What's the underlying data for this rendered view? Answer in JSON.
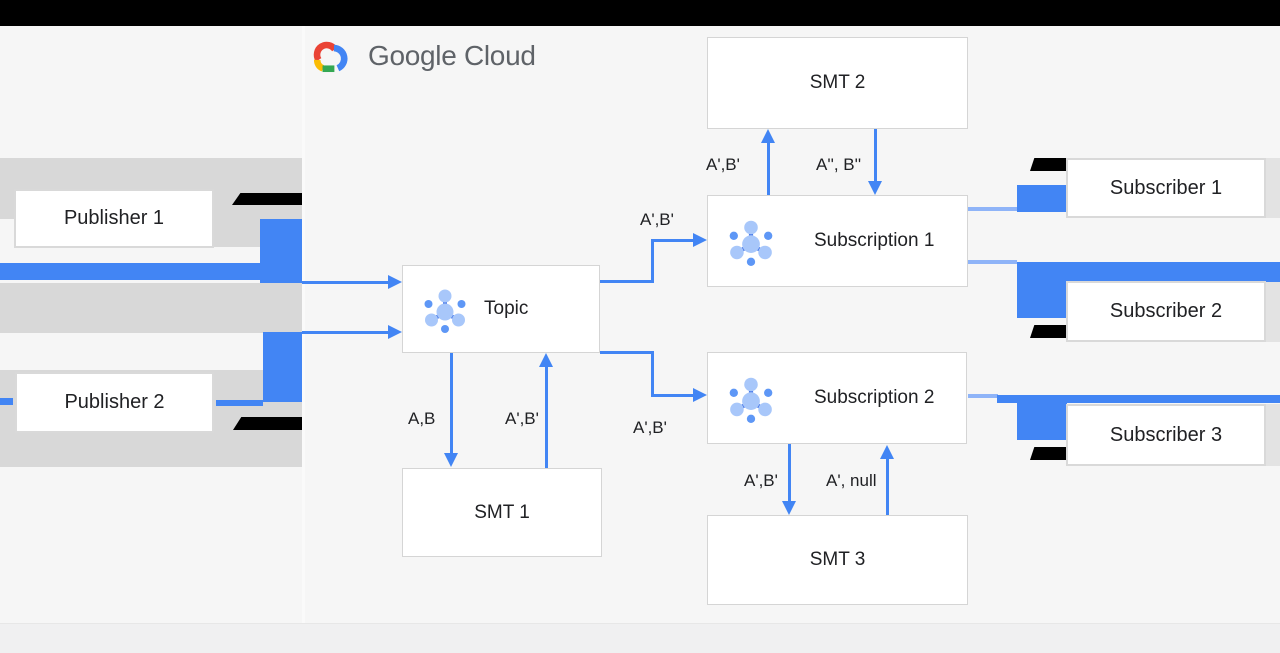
{
  "logo": {
    "text": "Google Cloud"
  },
  "nodes": {
    "publisher1": {
      "label": "Publisher 1"
    },
    "publisher2": {
      "label": "Publisher 2"
    },
    "topic": {
      "label": "Topic"
    },
    "smt1": {
      "label": "SMT 1"
    },
    "smt2": {
      "label": "SMT 2"
    },
    "smt3": {
      "label": "SMT 3"
    },
    "subscription1": {
      "label": "Subscription 1"
    },
    "subscription2": {
      "label": "Subscription 2"
    },
    "subscriber1": {
      "label": "Subscriber 1"
    },
    "subscriber2": {
      "label": "Subscriber 2"
    },
    "subscriber3": {
      "label": "Subscriber 3"
    }
  },
  "edge_labels": {
    "topic_to_smt1": "A,B",
    "smt1_to_topic": "A',B'",
    "topic_to_sub1": "A',B'",
    "topic_to_sub2": "A',B'",
    "sub1_to_smt2": "A',B'",
    "smt2_to_sub1": "A'', B''",
    "sub2_to_smt3": "A',B'",
    "smt3_to_sub2": "A', null"
  },
  "edges": [
    {
      "from": "Publisher 1",
      "to": "Topic",
      "label": ""
    },
    {
      "from": "Publisher 2",
      "to": "Topic",
      "label": ""
    },
    {
      "from": "Topic",
      "to": "SMT 1",
      "label": "A,B"
    },
    {
      "from": "SMT 1",
      "to": "Topic",
      "label": "A',B'"
    },
    {
      "from": "Topic",
      "to": "Subscription 1",
      "label": "A',B'"
    },
    {
      "from": "Topic",
      "to": "Subscription 2",
      "label": "A',B'"
    },
    {
      "from": "Subscription 1",
      "to": "SMT 2",
      "label": "A',B'"
    },
    {
      "from": "SMT 2",
      "to": "Subscription 1",
      "label": "A'', B''"
    },
    {
      "from": "Subscription 2",
      "to": "SMT 3",
      "label": "A',B'"
    },
    {
      "from": "SMT 3",
      "to": "Subscription 2",
      "label": "A', null"
    },
    {
      "from": "Subscription 1",
      "to": "Subscriber 1",
      "label": ""
    },
    {
      "from": "Subscription 1",
      "to": "Subscriber 2",
      "label": ""
    },
    {
      "from": "Subscription 2",
      "to": "Subscriber 3",
      "label": ""
    }
  ],
  "colors": {
    "accent_blue": "#4285f4",
    "icon_light_blue": "#a8c7fa",
    "icon_mid_blue": "#5e97f6",
    "gray_band": "#d8d8d8",
    "background": "#f6f6f6",
    "bottom_band": "#f0f0f1",
    "top_bar": "#000000",
    "logo_text_gray": "#5f6368"
  }
}
